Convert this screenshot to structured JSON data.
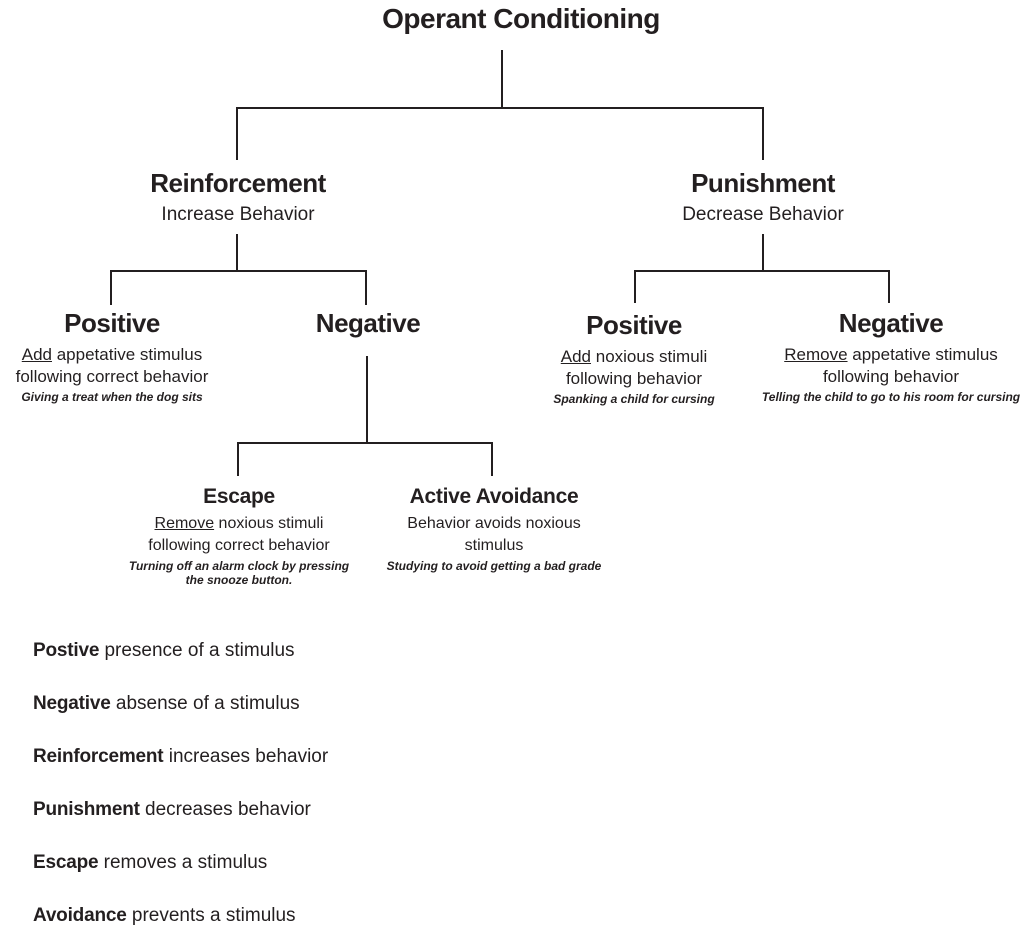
{
  "title": "Operant Conditioning",
  "nodes": {
    "reinforcement": {
      "heading": "Reinforcement",
      "subtitle": "Increase Behavior"
    },
    "punishment": {
      "heading": "Punishment",
      "subtitle": "Decrease Behavior"
    },
    "positive_reinforcement": {
      "heading": "Positive",
      "underlined": "Add",
      "line1_rest": " appetative stimulus",
      "line2": "following correct behavior",
      "example": "Giving a treat when the dog sits"
    },
    "negative_reinforcement": {
      "heading": "Negative"
    },
    "positive_punishment": {
      "heading": "Positive",
      "underlined": "Add",
      "line1_rest": " noxious stimuli",
      "line2": "following behavior",
      "example": "Spanking a child for cursing"
    },
    "negative_punishment": {
      "heading": "Negative",
      "underlined": "Remove",
      "line1_rest": " appetative stimulus",
      "line2": "following behavior",
      "example": "Telling the child to go to his room for cursing"
    },
    "escape": {
      "heading": "Escape",
      "underlined": "Remove",
      "line1_rest": " noxious stimuli",
      "line2": "following correct behavior",
      "example": "Turning off an alarm clock by pressing the snooze button."
    },
    "active_avoidance": {
      "heading": "Active Avoidance",
      "line1": "Behavior avoids noxious stimulus",
      "example": "Studying to avoid getting a bad grade"
    }
  },
  "glossary": [
    {
      "term": "Postive",
      "definition": " presence of a stimulus"
    },
    {
      "term": "Negative",
      "definition": " absense of a stimulus"
    },
    {
      "term": "Reinforcement",
      "definition": " increases behavior"
    },
    {
      "term": "Punishment",
      "definition": " decreases behavior"
    },
    {
      "term": "Escape",
      "definition": " removes a stimulus"
    },
    {
      "term": "Avoidance",
      "definition": " prevents a stimulus"
    }
  ],
  "colors": {
    "text": "#231f20",
    "line": "#231f20",
    "background": "#ffffff"
  }
}
